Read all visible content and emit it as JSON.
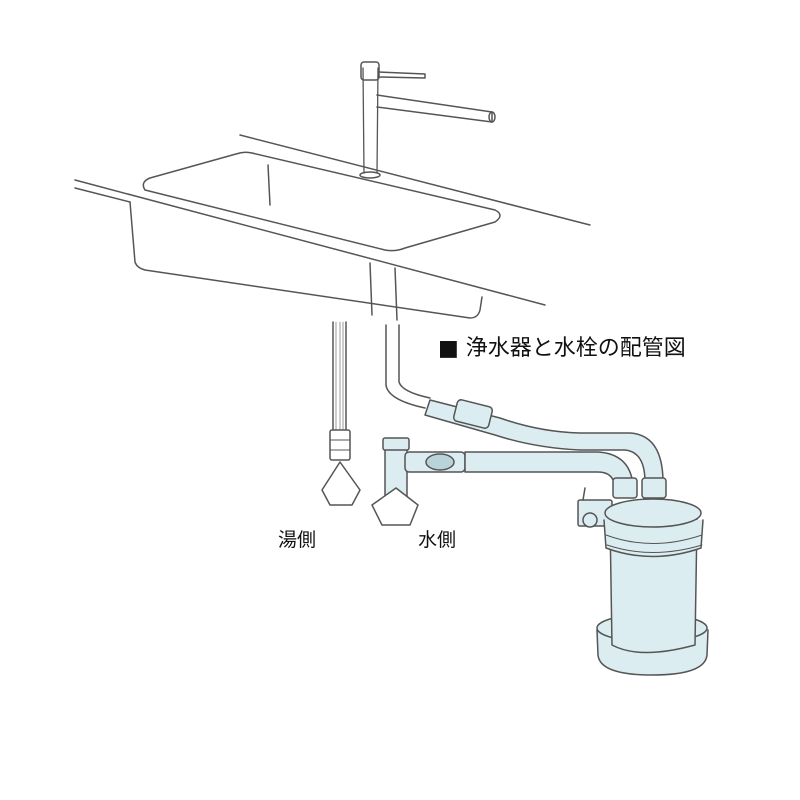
{
  "title": "■ 浄水器と水栓の配管図",
  "labels": {
    "hot_side": "湯側",
    "cold_side": "水側"
  },
  "colors": {
    "pipe_fill": "#dcedf2",
    "line": "#555555"
  }
}
